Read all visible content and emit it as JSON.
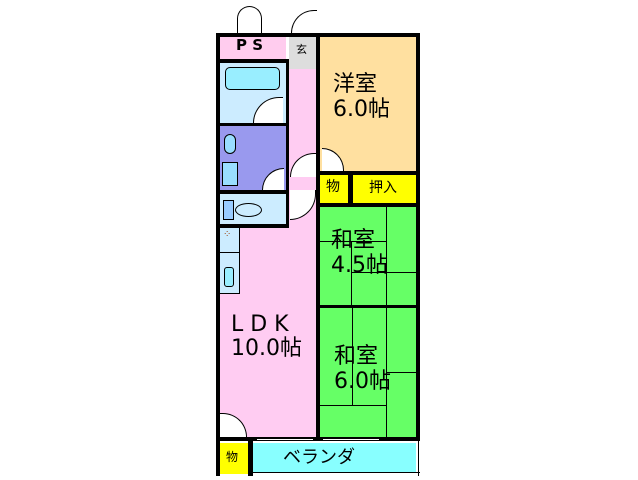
{
  "floorplan": {
    "rooms": {
      "ps": {
        "label": "P S",
        "color": "#ffccee"
      },
      "genkan": {
        "label": "玄",
        "color": "#dddddd"
      },
      "yoshitsu": {
        "label_line1": "洋室",
        "label_line2": "6.0帖",
        "color": "#ffe0a0"
      },
      "mono1": {
        "label": "物",
        "color": "#ffff00"
      },
      "oshiire": {
        "label": "押入",
        "color": "#ffff00"
      },
      "washitsu1": {
        "label_line1": "和室",
        "label_line2": "4.5帖",
        "color": "#66ff66"
      },
      "washitsu2": {
        "label_line1": "和室",
        "label_line2": "6.0帖",
        "color": "#66ff66"
      },
      "ldk": {
        "label_line1": "L D K",
        "label_line2": "10.0帖",
        "color": "#ffccf2"
      },
      "mono2": {
        "label": "物",
        "color": "#ffff00"
      },
      "veranda": {
        "label": "ベランダ",
        "color": "#88ffff"
      },
      "bath": {
        "color": "#ccecff"
      },
      "washroom": {
        "color": "#9999ee"
      },
      "toilet": {
        "color": "#ccecff"
      }
    }
  }
}
